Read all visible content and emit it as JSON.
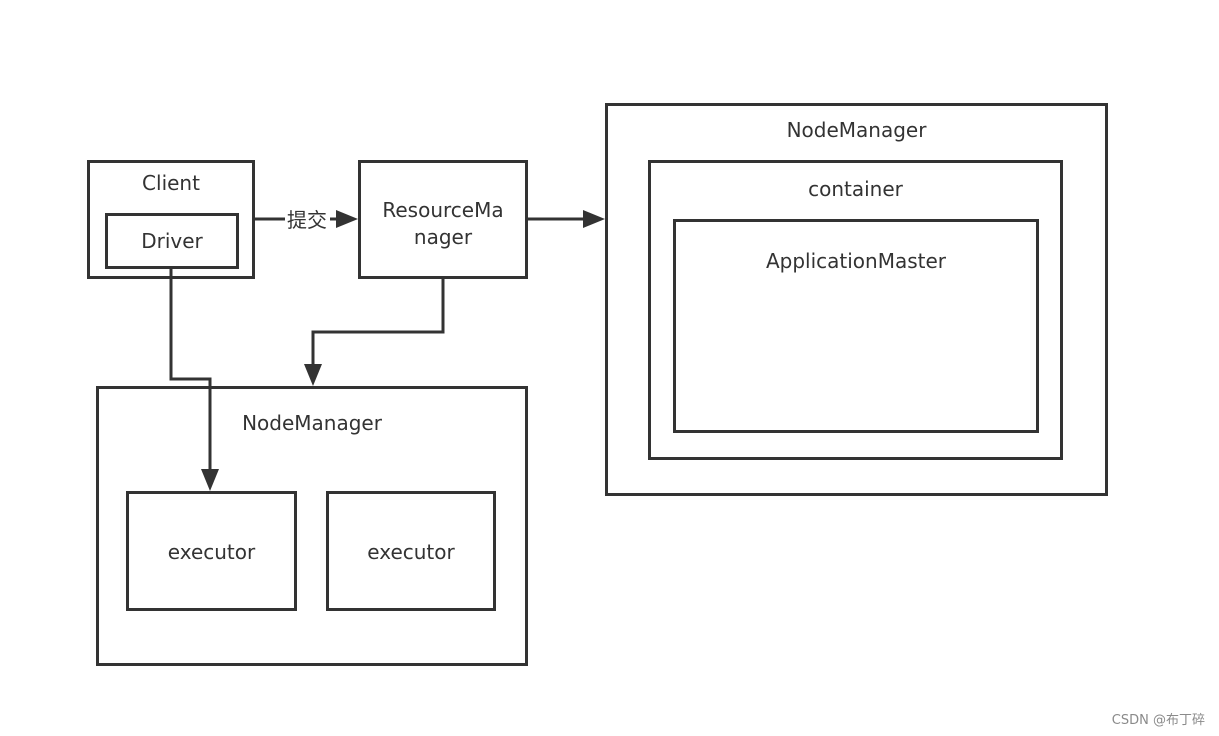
{
  "diagram": {
    "client": {
      "label": "Client"
    },
    "driver": {
      "label": "Driver"
    },
    "resource_manager": {
      "label_line1": "ResourceMa",
      "label_line2": "nager"
    },
    "submit_edge": {
      "label": "提交"
    },
    "node_manager_right": {
      "label": "NodeManager",
      "container": {
        "label": "container",
        "application_master": {
          "label": "ApplicationMaster"
        }
      }
    },
    "node_manager_bottom": {
      "label": "NodeManager",
      "executors": [
        {
          "label": "executor"
        },
        {
          "label": "executor"
        }
      ]
    }
  },
  "watermark": "CSDN @布丁碎",
  "colors": {
    "stroke": "#333333",
    "background": "#ffffff",
    "watermark": "#8a8a8a"
  }
}
